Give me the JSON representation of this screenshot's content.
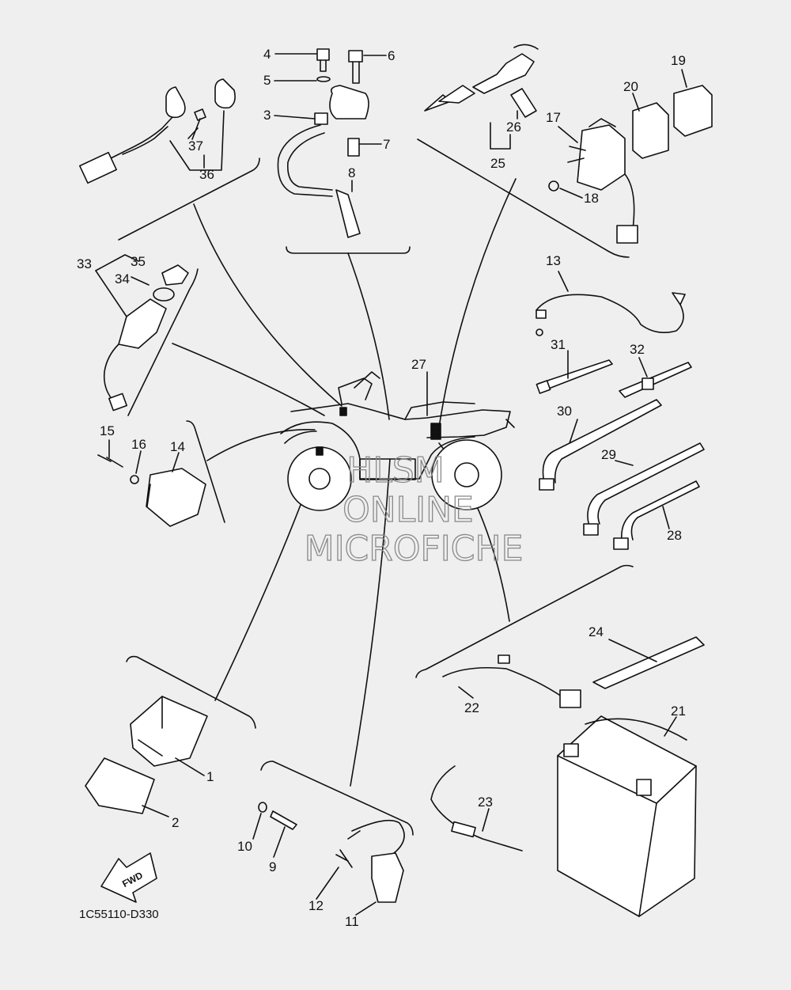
{
  "diagram_code": "1C55110-D330",
  "fwd_label": "FWD",
  "watermark": [
    "HLSM",
    "ONLINE",
    "MICROFICHE"
  ],
  "callouts": {
    "c1": "1",
    "c2": "2",
    "c3": "3",
    "c4": "4",
    "c5": "5",
    "c6": "6",
    "c7": "7",
    "c8": "8",
    "c9": "9",
    "c10": "10",
    "c11": "11",
    "c12": "12",
    "c13": "13",
    "c14": "14",
    "c15": "15",
    "c16": "16",
    "c17": "17",
    "c18": "18",
    "c19": "19",
    "c20": "20",
    "c21": "21",
    "c22": "22",
    "c23": "23",
    "c24": "24",
    "c25": "25",
    "c26": "26",
    "c27": "27",
    "c28": "28",
    "c29": "29",
    "c30": "30",
    "c31": "31",
    "c32": "32",
    "c33": "33",
    "c34": "34",
    "c35": "35",
    "c36": "36",
    "c37": "37"
  },
  "colors": {
    "background": "#efefef",
    "line": "#111111",
    "watermark": "#8a8a8a"
  }
}
